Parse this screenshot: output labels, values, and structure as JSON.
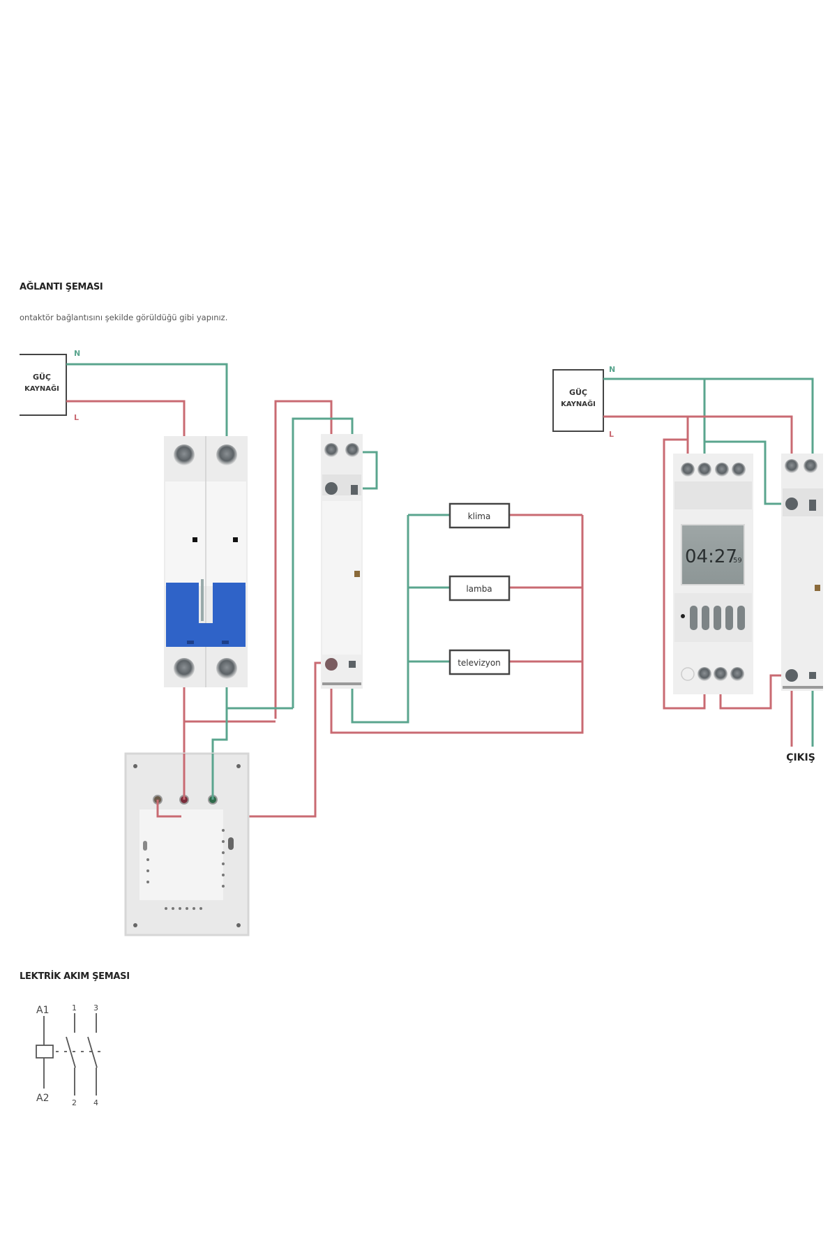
{
  "headings": {
    "connection": "AĞLANTI ŞEMASI",
    "connection_desc": "ontaktör bağlantısını şekilde görüldüğü gibi yapınız.",
    "current": "LEKTRİK AKIM ŞEMASI"
  },
  "left_diagram": {
    "power_source": {
      "line1": "GÜÇ",
      "line2": "KAYNAĞI"
    },
    "neutral_label": "N",
    "live_label": "L",
    "loads": [
      "klima",
      "lamba",
      "televizyon"
    ]
  },
  "right_diagram": {
    "power_source": {
      "line1": "GÜÇ",
      "line2": "KAYNAĞI"
    },
    "neutral_label": "N",
    "live_label": "L",
    "timer_display": {
      "time": "04:27",
      "seconds": "59"
    },
    "output_label": "ÇIKIŞ"
  },
  "schematic": {
    "coil_top": "A1",
    "coil_bottom": "A2",
    "contact_top": [
      "1",
      "3"
    ],
    "contact_bottom": [
      "2",
      "4"
    ]
  },
  "colors": {
    "live_wire": "#c96a72",
    "neutral_wire": "#5aa58e",
    "breaker_handle": "#2f63c8"
  }
}
